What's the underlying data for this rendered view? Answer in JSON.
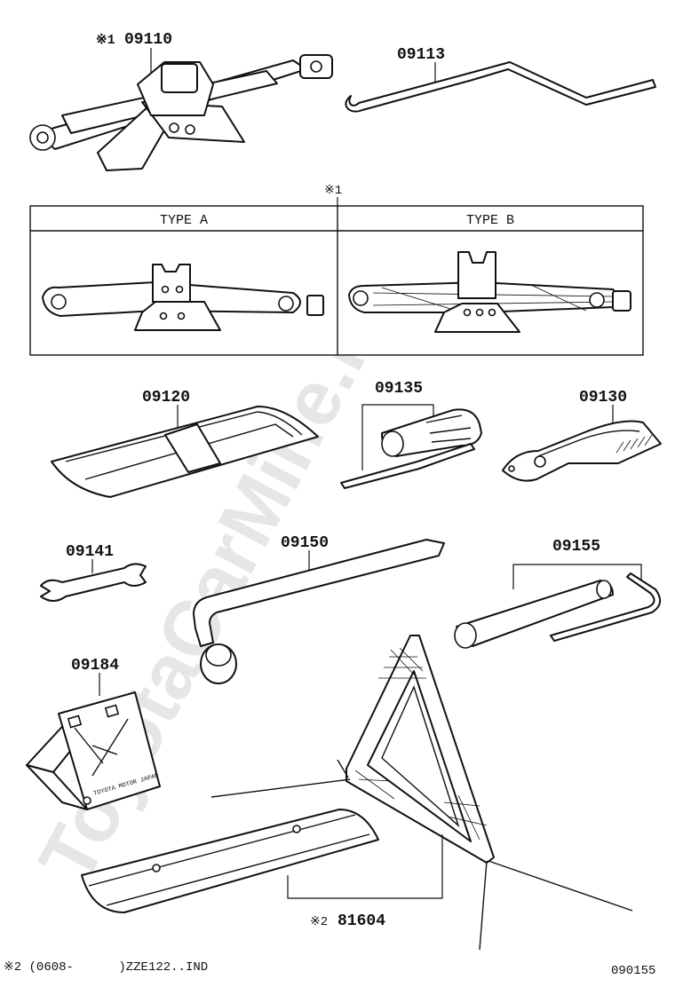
{
  "watermark": "ToyotaCarMine.ru",
  "parts": {
    "jack": {
      "mark": "※1",
      "number": "09110"
    },
    "jack_handle": {
      "number": "09113"
    },
    "tool_bag": {
      "number": "09120"
    },
    "screwdriver": {
      "number": "09135"
    },
    "pliers": {
      "number": "09130"
    },
    "wrench": {
      "number": "09141"
    },
    "wheel_wrench": {
      "number": "09150"
    },
    "plug_wrench": {
      "number": "09155"
    },
    "wheel_chock": {
      "number": "09184",
      "stamp": "TOYOTA MOTOR JAPAN"
    },
    "warning_triangle": {
      "mark": "※2",
      "number": "81604"
    }
  },
  "type_table": {
    "mark": "※1",
    "col_a": "TYPE A",
    "col_b": "TYPE B"
  },
  "footer": {
    "note": "※2 (0608-      )ZZE122..IND",
    "code": "090155"
  }
}
